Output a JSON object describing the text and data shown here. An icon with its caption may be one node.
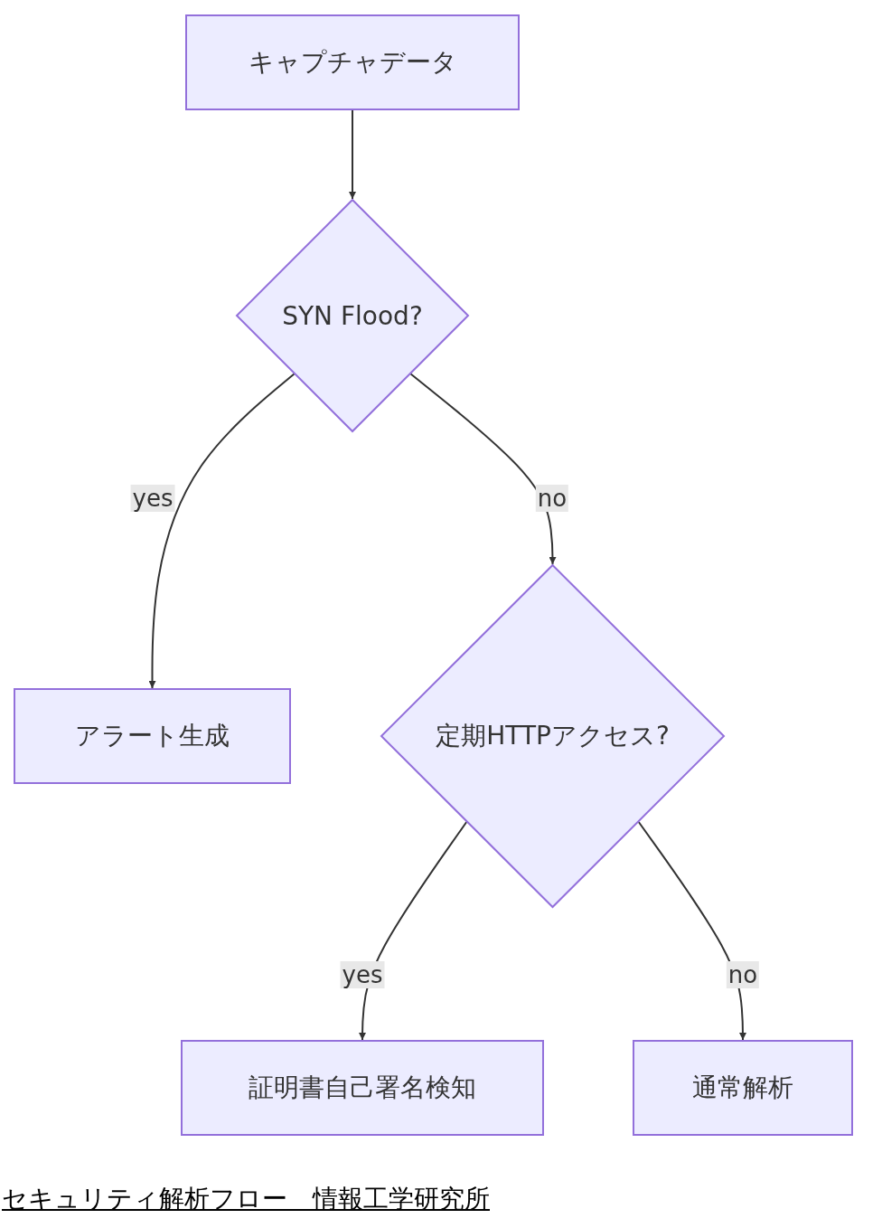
{
  "diagram": {
    "caption": "セキュリティ解析フロー　情報工学研究所",
    "nodes": [
      {
        "text": [
          "キャプチャデータ"
        ]
      },
      {
        "text": [
          "SYN Flood?"
        ]
      },
      {
        "text": [
          "アラート生成"
        ]
      },
      {
        "text": [
          "定期HTTPアクセス?"
        ]
      },
      {
        "text": [
          "証明書自己署名検知"
        ]
      },
      {
        "text": [
          "通常解析"
        ]
      }
    ],
    "edges": [
      {
        "from": 0,
        "to": 1,
        "arrow": "to"
      },
      {
        "from": 1,
        "to": 2,
        "arrow": "to",
        "label": "yes"
      },
      {
        "from": 1,
        "to": 3,
        "arrow": "to",
        "label": "no"
      },
      {
        "from": 3,
        "to": 4,
        "arrow": "to",
        "label": "yes"
      },
      {
        "from": 3,
        "to": 5,
        "arrow": "to",
        "label": "no"
      }
    ]
  }
}
